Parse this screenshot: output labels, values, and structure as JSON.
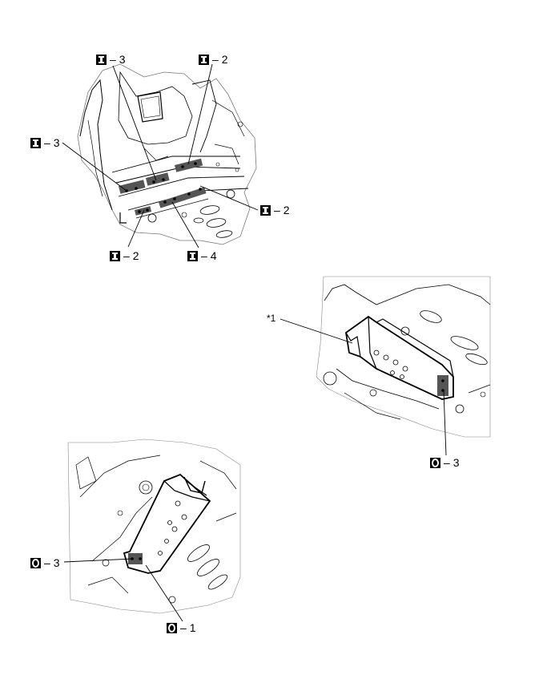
{
  "labels": {
    "i3_top": {
      "type": "I",
      "num": "3"
    },
    "i2_top": {
      "type": "I",
      "num": "2"
    },
    "i3_left": {
      "type": "I",
      "num": "3"
    },
    "i2_right": {
      "type": "I",
      "num": "2"
    },
    "i2_bottom": {
      "type": "I",
      "num": "2"
    },
    "i4_bottom": {
      "type": "I",
      "num": "4"
    },
    "o3_right": {
      "type": "O",
      "num": "3"
    },
    "o3_left": {
      "type": "O",
      "num": "3"
    },
    "o1_bottom": {
      "type": "O",
      "num": "1"
    }
  },
  "callout": {
    "text": "*1"
  },
  "icons": {
    "I": "i-mark-icon",
    "O": "o-mark-icon"
  },
  "colors": {
    "line": "#000000",
    "highlight": "#555555",
    "background": "#ffffff"
  }
}
